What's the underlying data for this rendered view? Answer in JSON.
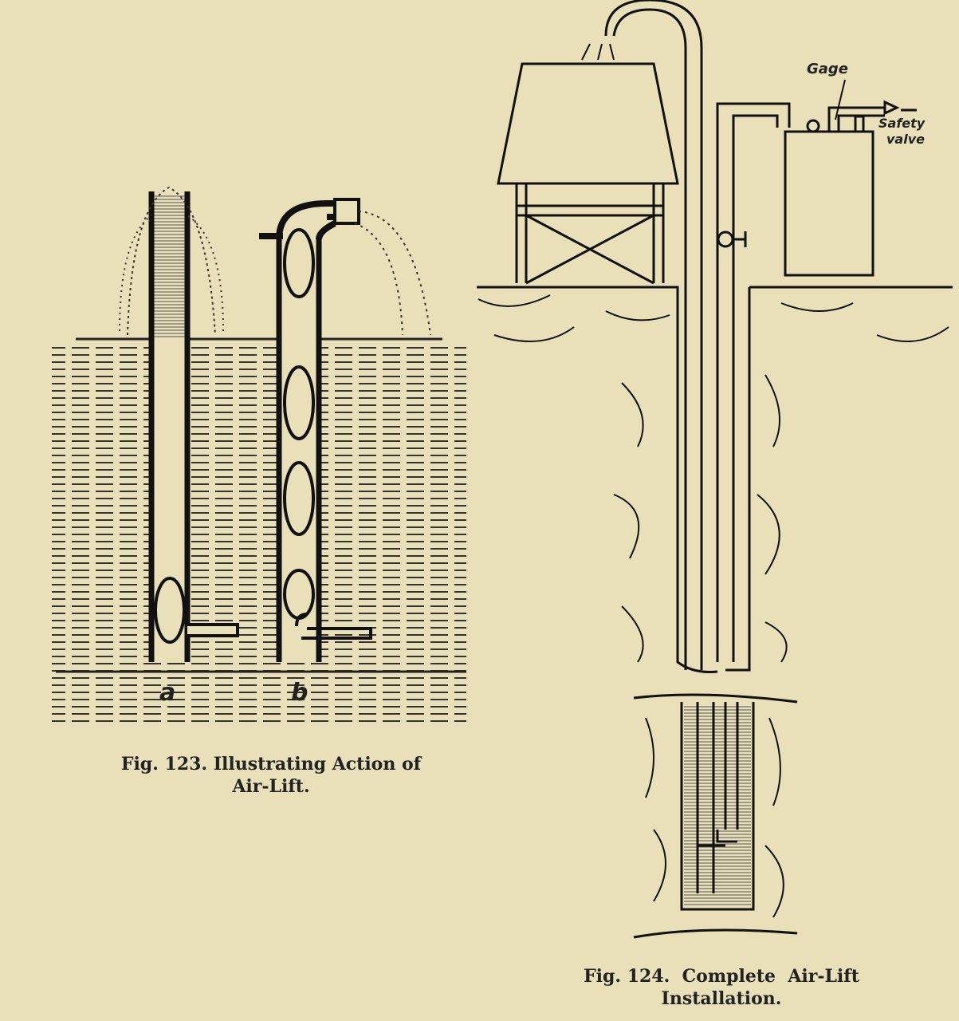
{
  "fig123": {
    "caption_line1": "Fig. 123. Illustrating Action of",
    "caption_line2": "Air-Lift.",
    "label_a": "a",
    "label_b": "b"
  },
  "fig124": {
    "caption_line1": "Fig. 124.  Complete  Air-Lift",
    "caption_line2": "Installation.",
    "gage_label": "Gage",
    "safety_label": "Safety",
    "valve_label": "valve"
  },
  "colors": {
    "paper": "#e9e0b9",
    "ink": "#1a1a1a"
  }
}
